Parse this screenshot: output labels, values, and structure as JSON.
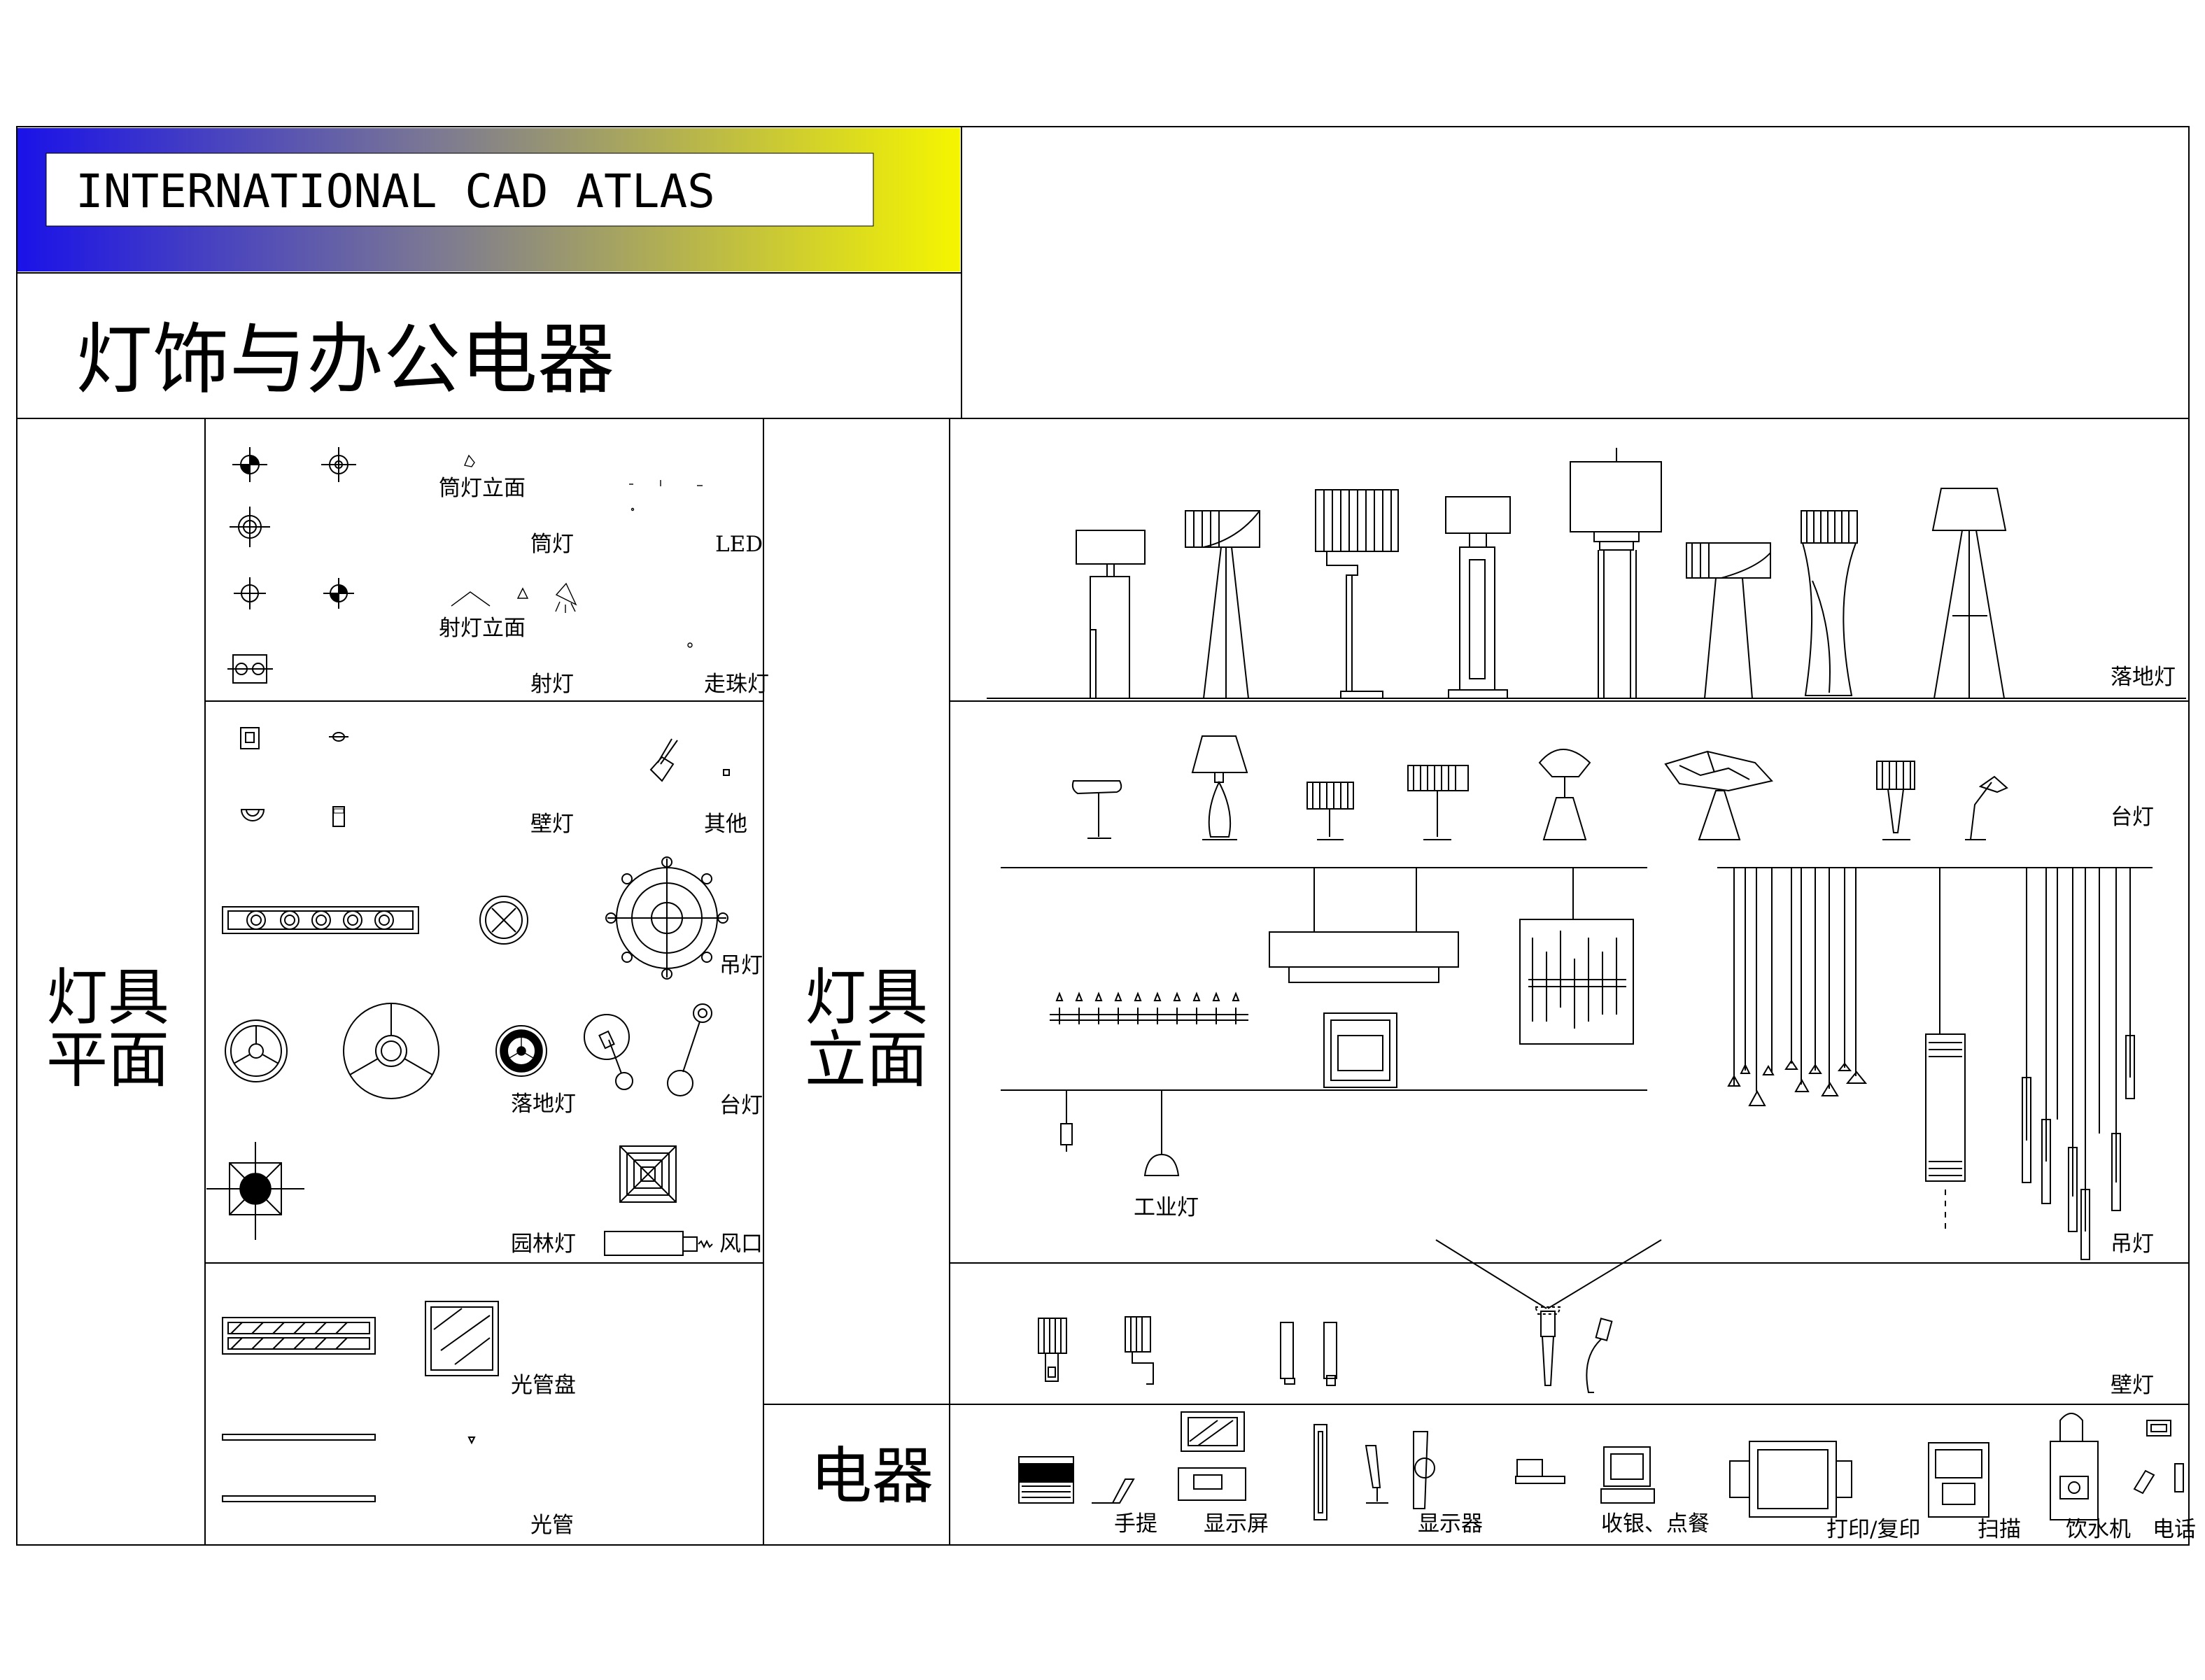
{
  "header": {
    "atlas_title": "INTERNATIONAL CAD ATLAS",
    "sheet_title": "灯饰与办公电器",
    "gradient_colors": [
      "#1a12e8",
      "#f5f500"
    ]
  },
  "sections": {
    "plan": "灯具\n平面",
    "elevation": "灯具\n立面",
    "appliance": "电器"
  },
  "plan_labels": {
    "downlight_elevation": "筒灯立面",
    "downlight": "筒灯",
    "led": "LED",
    "spotlight_elevation": "射灯立面",
    "spotlight": "射灯",
    "bead_light": "走珠灯",
    "wall_light": "壁灯",
    "other": "其他",
    "pendant": "吊灯",
    "floor_lamp": "落地灯",
    "table_lamp": "台灯",
    "garden_light": "园林灯",
    "air_vent": "风口",
    "tube_panel": "光管盘",
    "tube": "光管"
  },
  "elevation_labels": {
    "floor_lamp": "落地灯",
    "table_lamp": "台灯",
    "industrial": "工业灯",
    "pendant": "吊灯",
    "wall_light": "壁灯"
  },
  "appliance_labels": {
    "laptop": "手提",
    "display_screen": "显示屏",
    "monitor": "显示器",
    "cashier": "收银、点餐",
    "printer": "打印/复印",
    "scanner": "扫描",
    "water_dispenser": "饮水机",
    "phone": "电话"
  }
}
